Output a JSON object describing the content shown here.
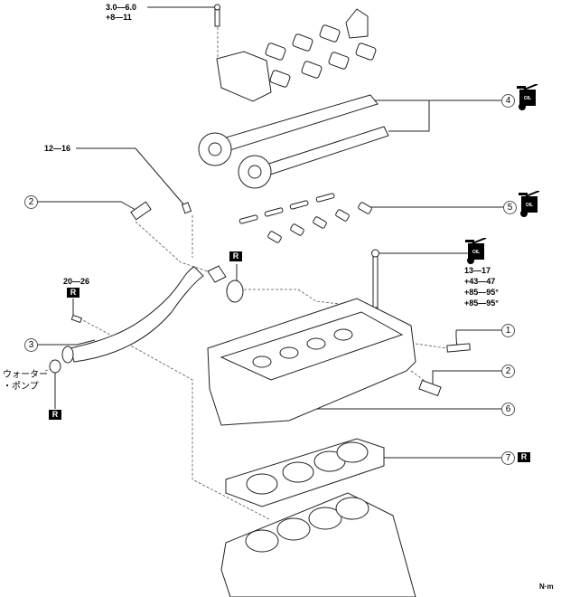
{
  "diagram": {
    "type": "exploded-parts-view",
    "subject": "cylinder head assembly",
    "unit_label": "N·m",
    "torque_specs": {
      "camshaft_cap_bolt": [
        "3.0—6.0",
        "+8—11"
      ],
      "water_pipe_stud": "12—16",
      "water_pipe_bolt": "20—26",
      "head_bolt": [
        "13—17",
        "+43—47",
        "+85—95°",
        "+85—95°"
      ]
    },
    "callouts": [
      {
        "num": "①"
      },
      {
        "num": "②"
      },
      {
        "num": "②"
      },
      {
        "num": "③"
      },
      {
        "num": "④"
      },
      {
        "num": "⑤"
      },
      {
        "num": "⑥"
      },
      {
        "num": "⑦"
      }
    ],
    "replace_symbol": "R",
    "oil_symbol": "OIL",
    "water_pump_label": [
      "ウォーター",
      "・ポンプ"
    ]
  }
}
